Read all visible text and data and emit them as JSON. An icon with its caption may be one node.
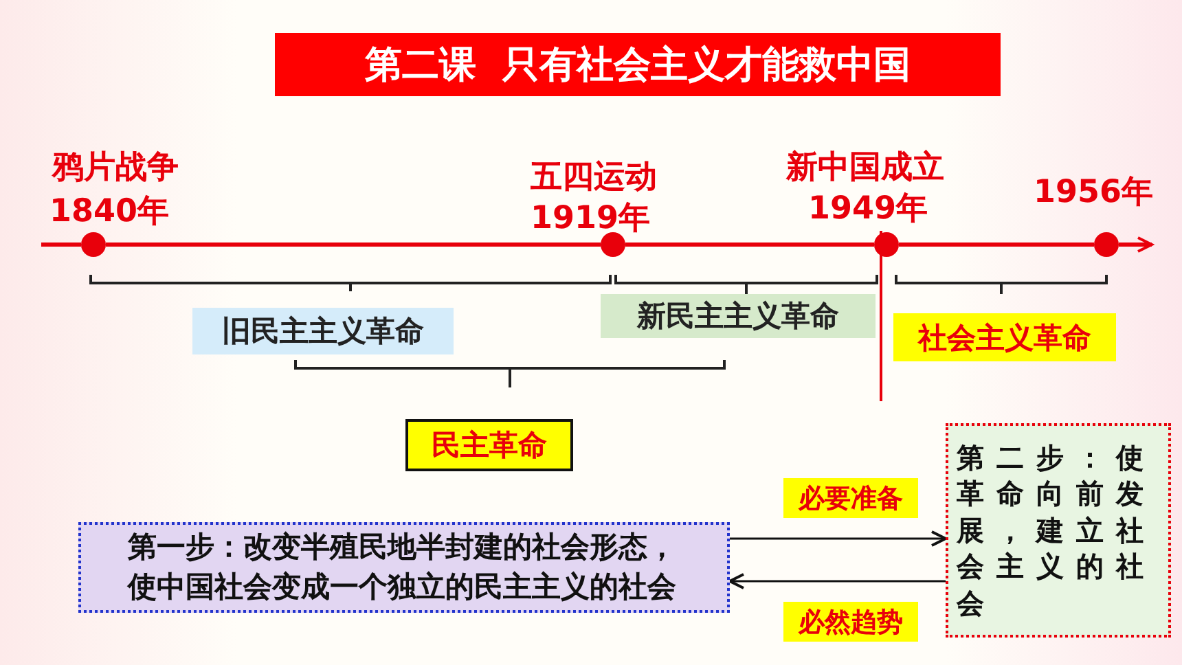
{
  "diagram": {
    "title": "第二课  只有社会主义才能救中国",
    "nodes": [
      {
        "text": [],
        "shape": "circle",
        "beside": [
          "鸦片战争",
          "1840年"
        ]
      },
      {
        "text": [],
        "shape": "circle",
        "beside": [
          "五四运动",
          "1919年"
        ]
      },
      {
        "text": [],
        "shape": "circle",
        "beside": [
          "新中国成立",
          "1949年"
        ]
      },
      {
        "text": [],
        "shape": "circle",
        "beside": [
          "1956年"
        ]
      },
      {
        "text": [
          "旧民主主义革命"
        ]
      },
      {
        "text": [
          "新民主主义革命"
        ]
      },
      {
        "text": [
          "社会主义革命"
        ]
      },
      {
        "text": [
          "民主革命"
        ]
      },
      {
        "text": [
          "第一步：改变半殖民地半封建的社会形态，使中国社会变成一个独立的民主主义的社会"
        ]
      },
      {
        "text": [
          "第二步：使革命向前发展，建立社会主义的社会"
        ]
      }
    ],
    "edges": [
      {
        "from": null,
        "to": 0,
        "arrow": "none"
      },
      {
        "from": 0,
        "to": 1,
        "arrow": "none"
      },
      {
        "from": 1,
        "to": 2,
        "arrow": "none"
      },
      {
        "from": 2,
        "to": 3,
        "arrow": "none"
      },
      {
        "from": 3,
        "to": null,
        "arrow": "to"
      },
      {
        "from": 8,
        "to": 9,
        "arrow": "to",
        "label": "必要准备",
        "color": "#111111"
      },
      {
        "from": 9,
        "to": 8,
        "arrow": "to",
        "label": "必然趋势",
        "color": "#111111"
      }
    ]
  }
}
